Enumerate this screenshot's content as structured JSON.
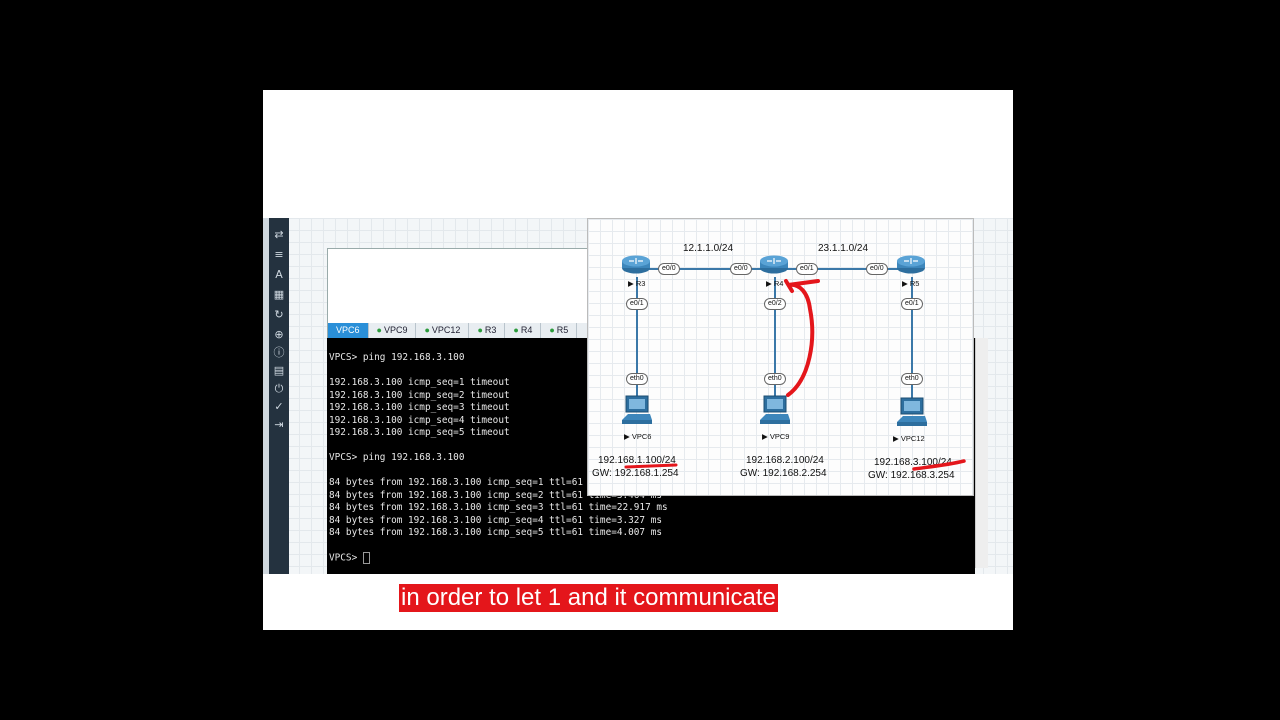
{
  "console": {
    "tabs": [
      {
        "label": "VPC6",
        "active": true
      },
      {
        "label": "VPC9",
        "active": false
      },
      {
        "label": "VPC12",
        "active": false
      },
      {
        "label": "R3",
        "active": false
      },
      {
        "label": "R4",
        "active": false
      },
      {
        "label": "R5",
        "active": false
      }
    ],
    "lines": [
      "VPCS> ping 192.168.3.100",
      "",
      "192.168.3.100 icmp_seq=1 timeout",
      "192.168.3.100 icmp_seq=2 timeout",
      "192.168.3.100 icmp_seq=3 timeout",
      "192.168.3.100 icmp_seq=4 timeout",
      "192.168.3.100 icmp_seq=5 timeout",
      "",
      "VPCS> ping 192.168.3.100",
      "",
      "84 bytes from 192.168.3.100 icmp_seq=1 ttl=61",
      "84 bytes from 192.168.3.100 icmp_seq=2 ttl=61 time=3.464 ms",
      "84 bytes from 192.168.3.100 icmp_seq=3 ttl=61 time=22.917 ms",
      "84 bytes from 192.168.3.100 icmp_seq=4 ttl=61 time=3.327 ms",
      "84 bytes from 192.168.3.100 icmp_seq=5 ttl=61 time=4.007 ms",
      "",
      "VPCS> "
    ]
  },
  "topology": {
    "networks": {
      "left": "12.1.1.0/24",
      "right": "23.1.1.0/24"
    },
    "routers": [
      {
        "name": "R3"
      },
      {
        "name": "R4"
      },
      {
        "name": "R5"
      }
    ],
    "pcs": [
      {
        "name": "VPC6",
        "ip": "192.168.1.100/24",
        "gw": "GW:  192.168.1.254"
      },
      {
        "name": "VPC9",
        "ip": "192.168.2.100/24",
        "gw": "GW:  192.168.2.254"
      },
      {
        "name": "VPC12",
        "ip": "192.168.3.100/24",
        "gw": "GW:  192.168.3.254"
      }
    ],
    "interfaces": {
      "r3_e00": "e0/0",
      "r4_e00": "e0/0",
      "r4_e01": "e0/1",
      "r5_e00": "e0/0",
      "r3_e01": "e0/1",
      "r4_e02": "e0/2",
      "r5_e01": "e0/1",
      "vpc6_eth0": "eth0",
      "vpc9_eth0": "eth0",
      "vpc12_eth0": "eth0"
    }
  },
  "subtitle": "in order to let 1 and it communicate",
  "colors": {
    "annotation": "#e4161b",
    "link": "#3b78a8",
    "tab_active": "#2a8fd8"
  }
}
